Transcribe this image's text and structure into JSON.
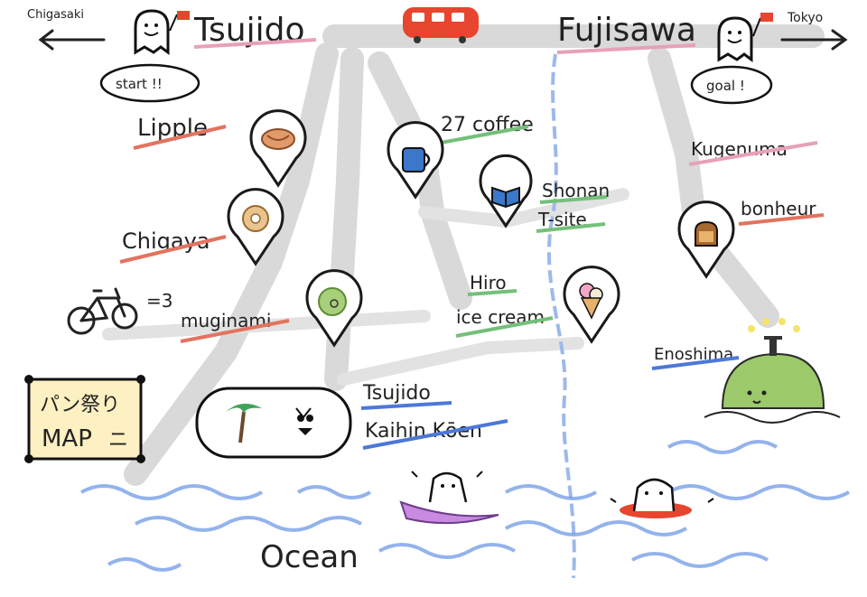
{
  "directions": {
    "left": "Chigasaki",
    "right": "Tokyo"
  },
  "stations": {
    "start_name": "Tsujido",
    "start_bubble": "start !!",
    "goal_name": "Fujisawa",
    "goal_bubble": "goal !"
  },
  "places": {
    "lipple": "Lipple",
    "chigaya": "Chigaya",
    "muginami": "muginami",
    "coffee": "27 coffee",
    "shonan_line1": "Shonan",
    "shonan_line2": "T-site",
    "hiro_line1": "Hiro",
    "hiro_line2": "ice cream",
    "kugenuma": "Kugenuma",
    "bonheur": "bonheur",
    "enoshima": "Enoshima",
    "park_line1": "Tsujido",
    "park_line2": "Kaihin Kōen",
    "ocean": "Ocean"
  },
  "bike_note": "=3",
  "title_board": {
    "line1": "パン祭り",
    "line2": "MAP",
    "line2_mark": "ニ"
  },
  "colors": {
    "underline_red": "#e2735f",
    "underline_green": "#74c07a",
    "underline_blue": "#4c78d8",
    "underline_pink": "#e6a1b8",
    "train": "#e8452f",
    "sea": "#6f9ae6",
    "board": "#fdf0c2",
    "island": "#9cc96a"
  },
  "icons": {
    "lipple": "croissant-icon",
    "chigaya": "donut-icon",
    "muginami": "round-bread-icon",
    "coffee": "coffee-cup-icon",
    "shonan": "book-icon",
    "hiro": "ice-cream-icon",
    "bonheur": "toast-icon",
    "park": "palm-tree-icon"
  }
}
